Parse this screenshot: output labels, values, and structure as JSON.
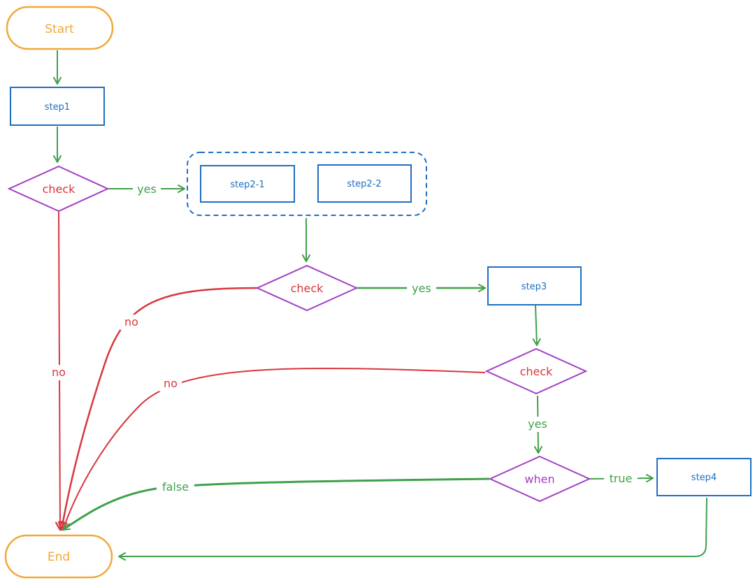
{
  "colors": {
    "terminal": "#f0a93a",
    "process": "#1f6fc1",
    "decision_stroke": "#a23fc4",
    "decision_text_red": "#d9363e",
    "decision_text_purple": "#a23fc4",
    "edge_green": "#3fa14a",
    "edge_red": "#d9363e"
  },
  "nodes": {
    "start": "Start",
    "step1": "step1",
    "check1": "check",
    "step2_1": "step2-1",
    "step2_2": "step2-2",
    "check2": "check",
    "step3": "step3",
    "check3": "check",
    "when": "when",
    "step4": "step4",
    "end": "End"
  },
  "edges": {
    "check1_yes": "yes",
    "check1_no": "no",
    "check2_yes": "yes",
    "check2_no": "no",
    "check3_no": "no",
    "check3_yes": "yes",
    "when_true": "true",
    "when_false": "false"
  }
}
